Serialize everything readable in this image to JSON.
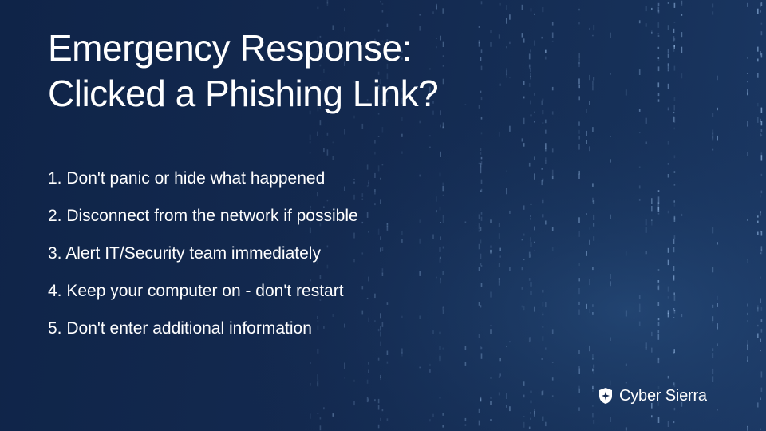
{
  "slide": {
    "title_lines": [
      "Emergency Response:",
      "Clicked a Phishing Link?"
    ],
    "steps": [
      "1. Don't panic or hide what happened",
      "2. Disconnect from the network if possible",
      "3. Alert IT/Security team immediately",
      "4. Keep your computer on - don't restart",
      "5. Don't enter additional information"
    ]
  },
  "brand": {
    "name": "Cyber Sierra",
    "icon": "shield-icon"
  },
  "colors": {
    "background": "#13294f",
    "text": "#ffffff"
  }
}
